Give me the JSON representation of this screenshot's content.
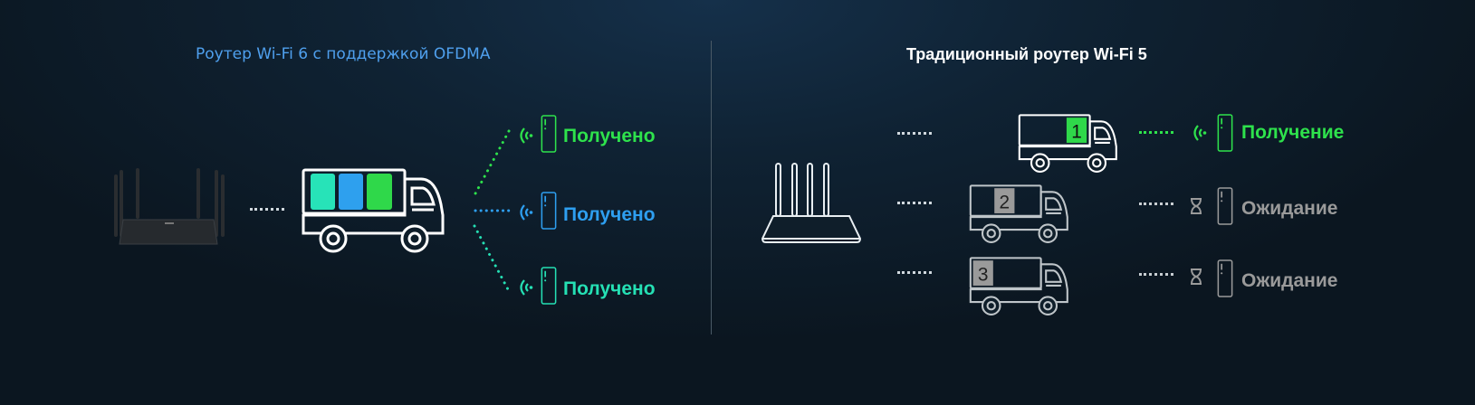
{
  "left": {
    "title": "Роутер Wi-Fi 6 с поддержкой OFDMA",
    "devices": [
      {
        "status": "Получено",
        "color": "#2ee24c"
      },
      {
        "status": "Получено",
        "color": "#2e9ff0"
      },
      {
        "status": "Получено",
        "color": "#25e0b4"
      }
    ]
  },
  "right": {
    "title": "Традиционный роутер Wi-Fi 5",
    "trucks": [
      {
        "number": "1",
        "status": "Получение",
        "color": "#2ee24c"
      },
      {
        "number": "2",
        "status": "Ожидание",
        "color": "#9a9a9a"
      },
      {
        "number": "3",
        "status": "Ожидание",
        "color": "#9a9a9a"
      }
    ]
  }
}
